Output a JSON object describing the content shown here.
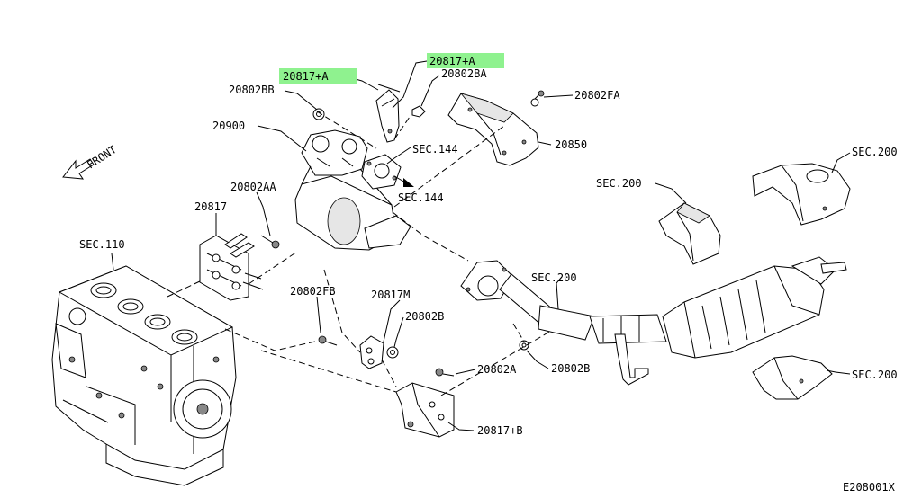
{
  "labels": {
    "p20817a_left": "20817+A",
    "p20817a_right": "20817+A",
    "p20802ba": "20802BA",
    "p20802bb": "20802BB",
    "p20802fa": "20802FA",
    "p20900": "20900",
    "sec144_upper": "SEC.144",
    "sec144_lower": "SEC.144",
    "p20850": "20850",
    "sec200_far_right": "SEC.200",
    "sec200_heatshield": "SEC.200",
    "p20802aa": "20802AA",
    "p20817": "20817",
    "sec110": "SEC.110",
    "sec200_pipe": "SEC.200",
    "p20802fb": "20802FB",
    "p20817m": "20817M",
    "p20802b_upper": "20802B",
    "p20802b_lower": "20802B",
    "p20802a": "20802A",
    "sec200_lower_right": "SEC.200",
    "p20817b": "20817+B",
    "front": "FRONT",
    "figure_code": "E208001X"
  },
  "highlight_color": "#8ff28f",
  "highlighted_parts": [
    "20817+A",
    "20817+A"
  ]
}
